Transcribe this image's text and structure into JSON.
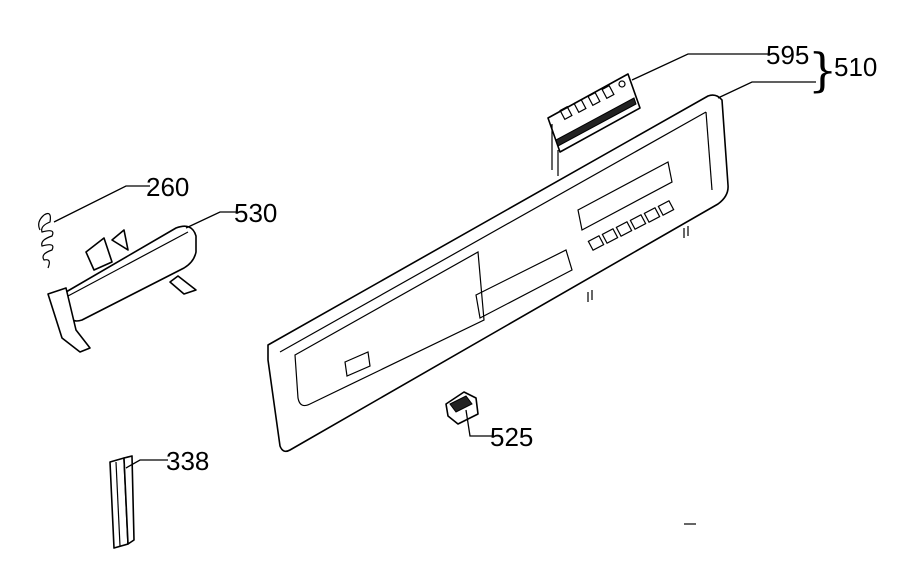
{
  "diagram": {
    "labels": {
      "part_595": "595",
      "part_510": "510",
      "part_260": "260",
      "part_530": "530",
      "part_525": "525",
      "part_338": "338"
    },
    "brace": "}"
  }
}
